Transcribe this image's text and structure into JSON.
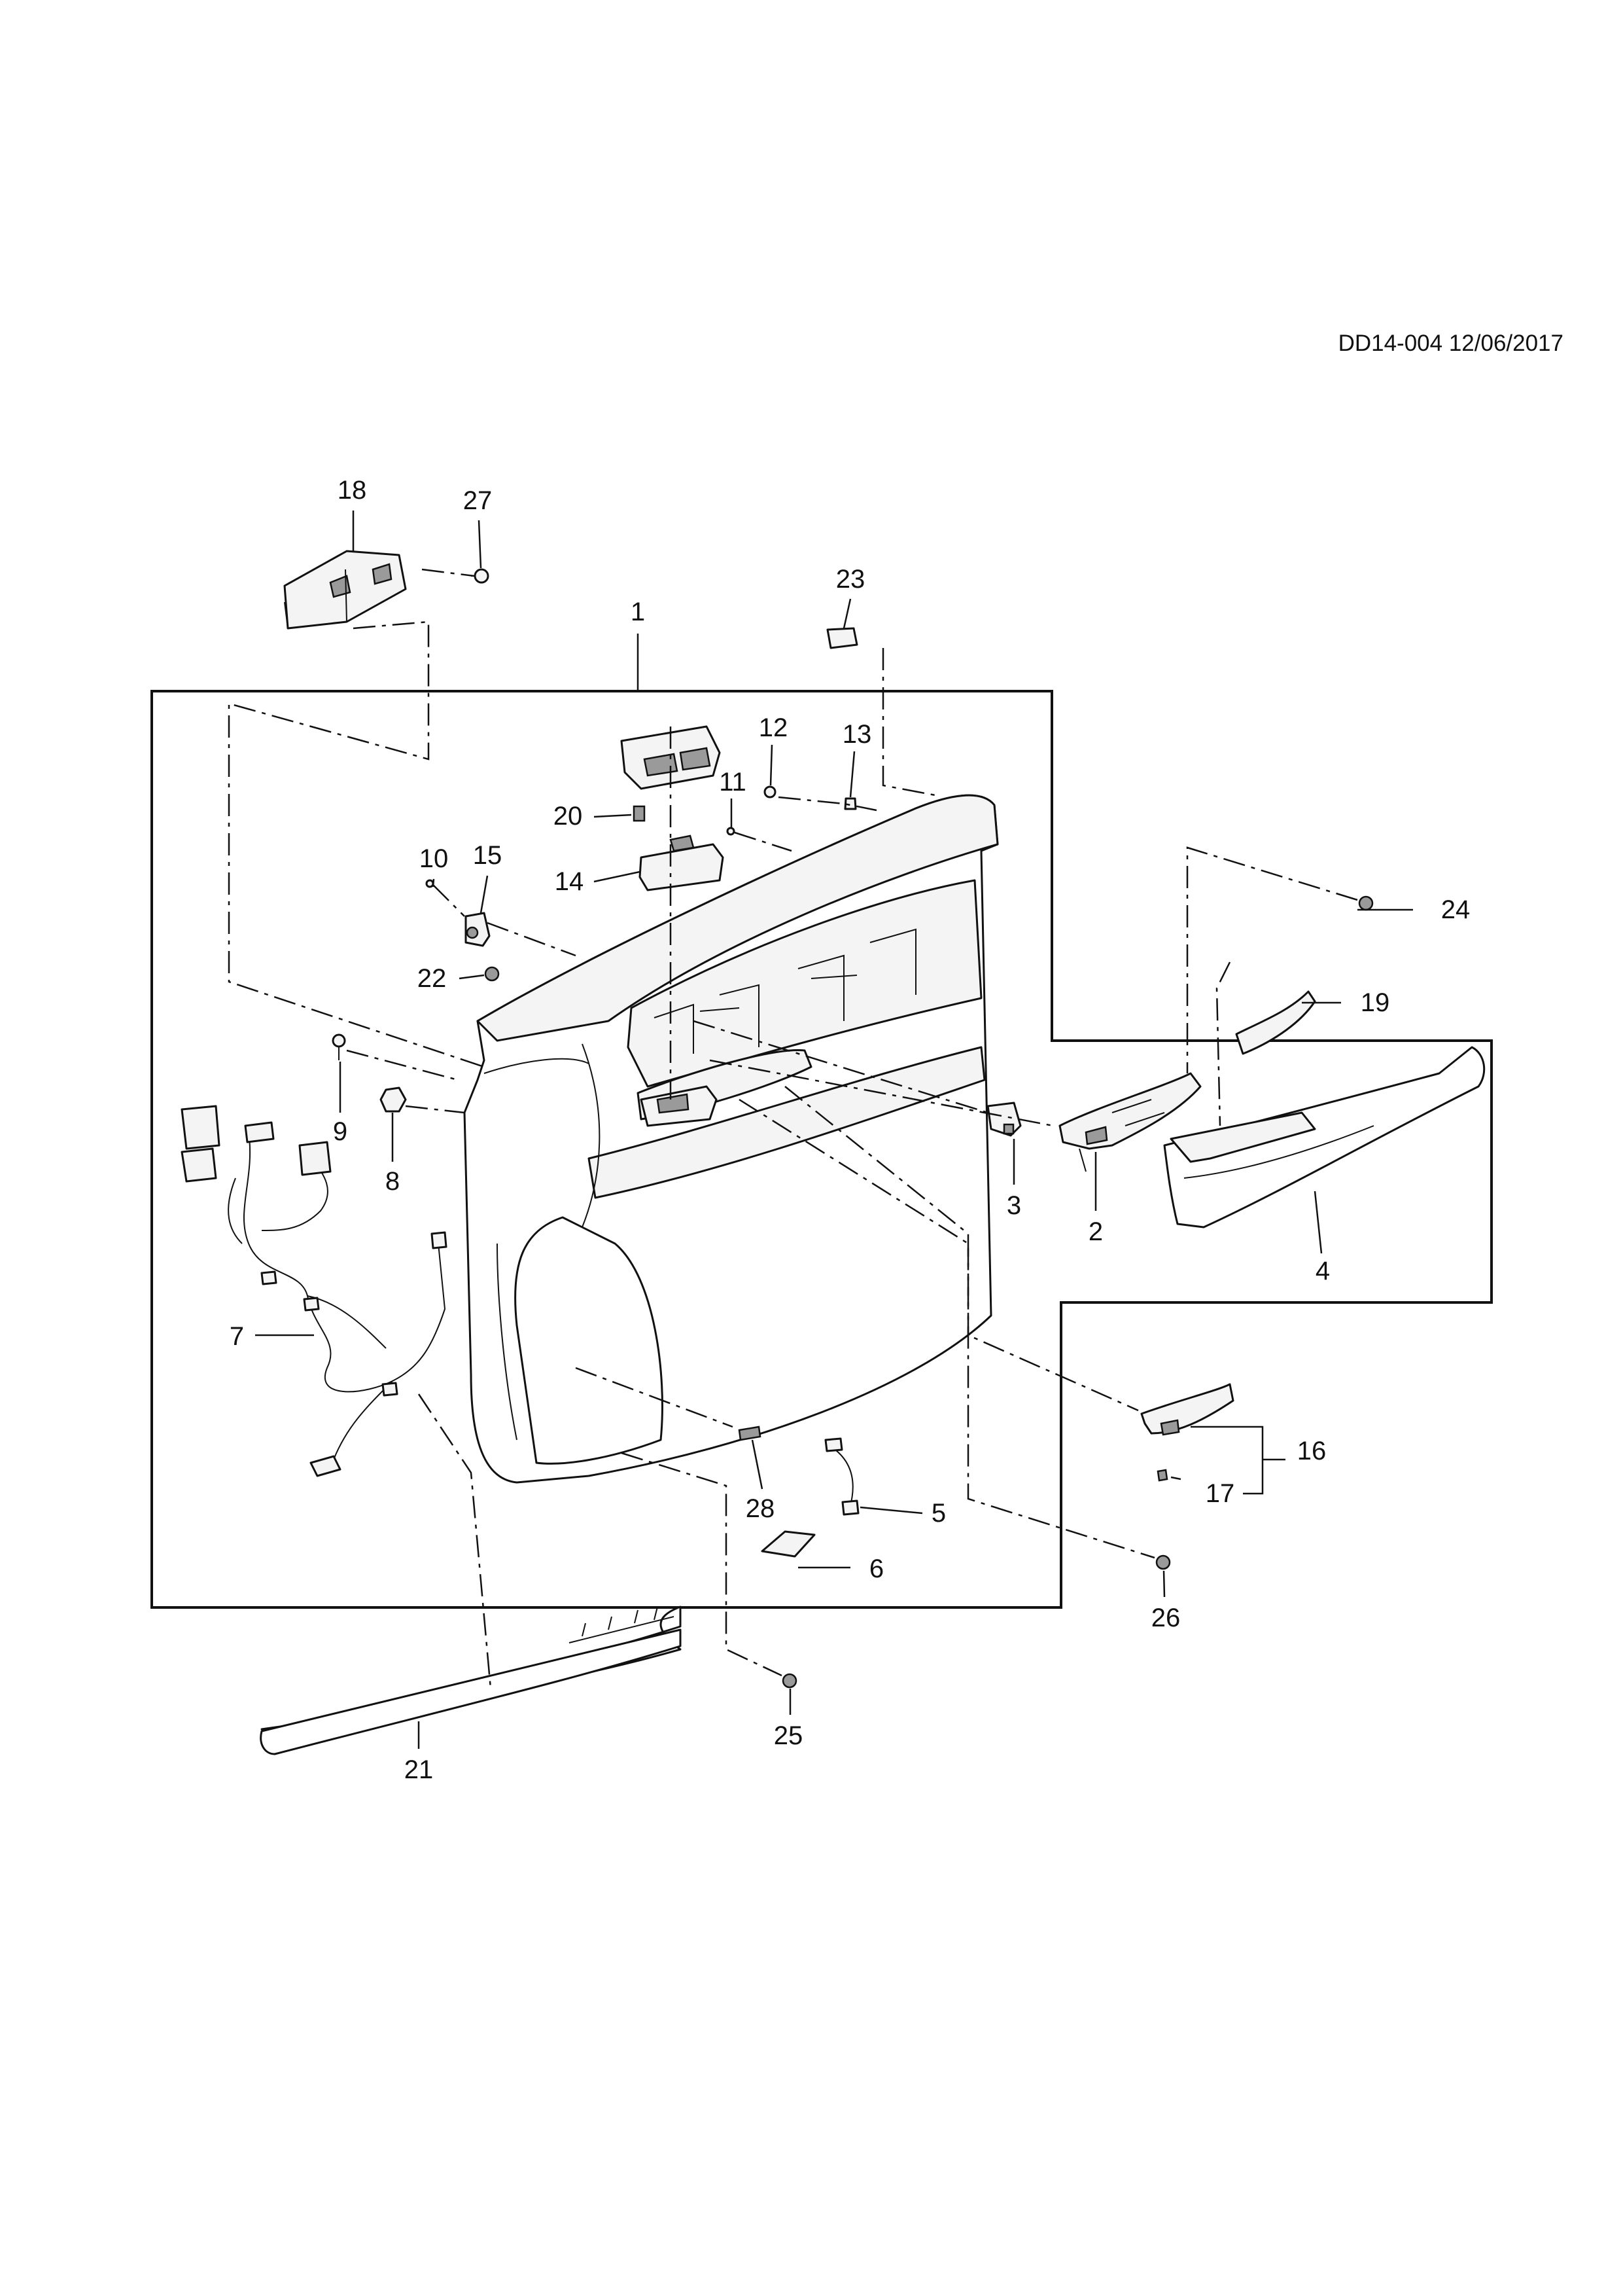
{
  "document": {
    "code": "DD14-004 12/06/2017"
  },
  "callouts": {
    "c1": "1",
    "c2": "2",
    "c3": "3",
    "c4": "4",
    "c5": "5",
    "c6": "6",
    "c7": "7",
    "c8": "8",
    "c9": "9",
    "c10": "10",
    "c11": "11",
    "c12": "12",
    "c13": "13",
    "c14": "14",
    "c15": "15",
    "c16": "16",
    "c17": "17",
    "c18": "18",
    "c19": "19",
    "c20": "20",
    "c21": "21",
    "c22": "22",
    "c23": "23",
    "c24": "24",
    "c25": "25",
    "c26": "26",
    "c27": "27",
    "c28": "28"
  }
}
